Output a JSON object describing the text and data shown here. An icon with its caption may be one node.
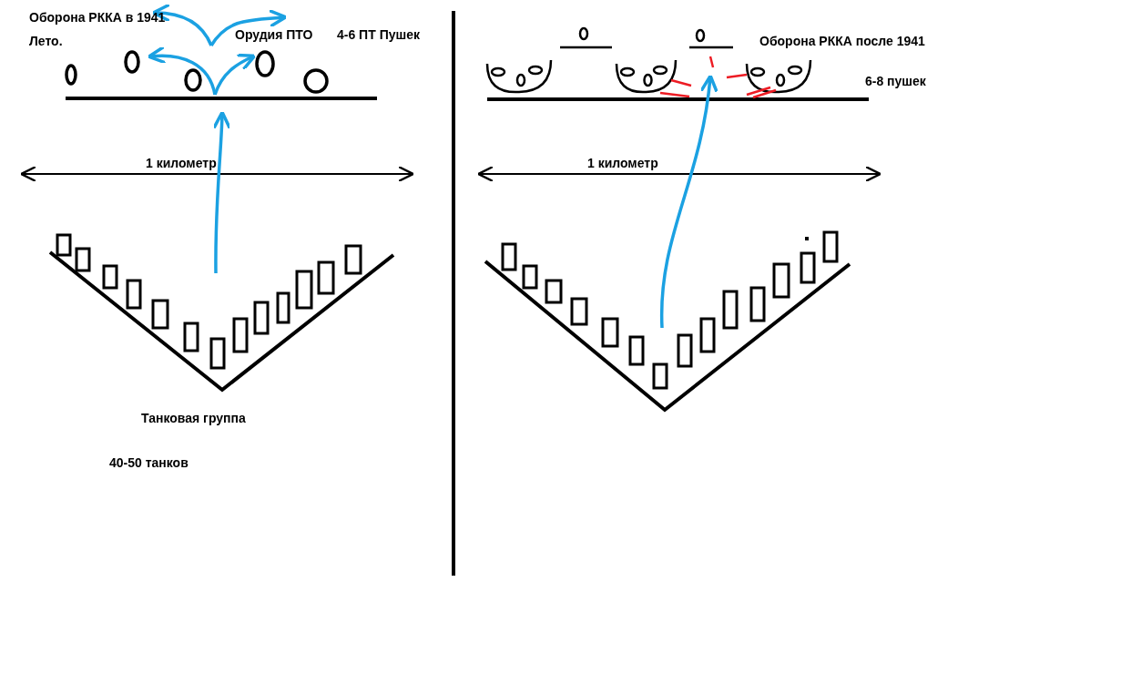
{
  "diagram": {
    "labels": [
      "Оборона РККА в 1941 Лето.",
      "Орудия ПТО",
      "4-6 ПТ Пушек",
      "1 километр",
      "Танковая группа",
      "40-50 танков",
      "Оборона РККА после 1941",
      "6-8 пушек",
      "1 километр"
    ]
  }
}
